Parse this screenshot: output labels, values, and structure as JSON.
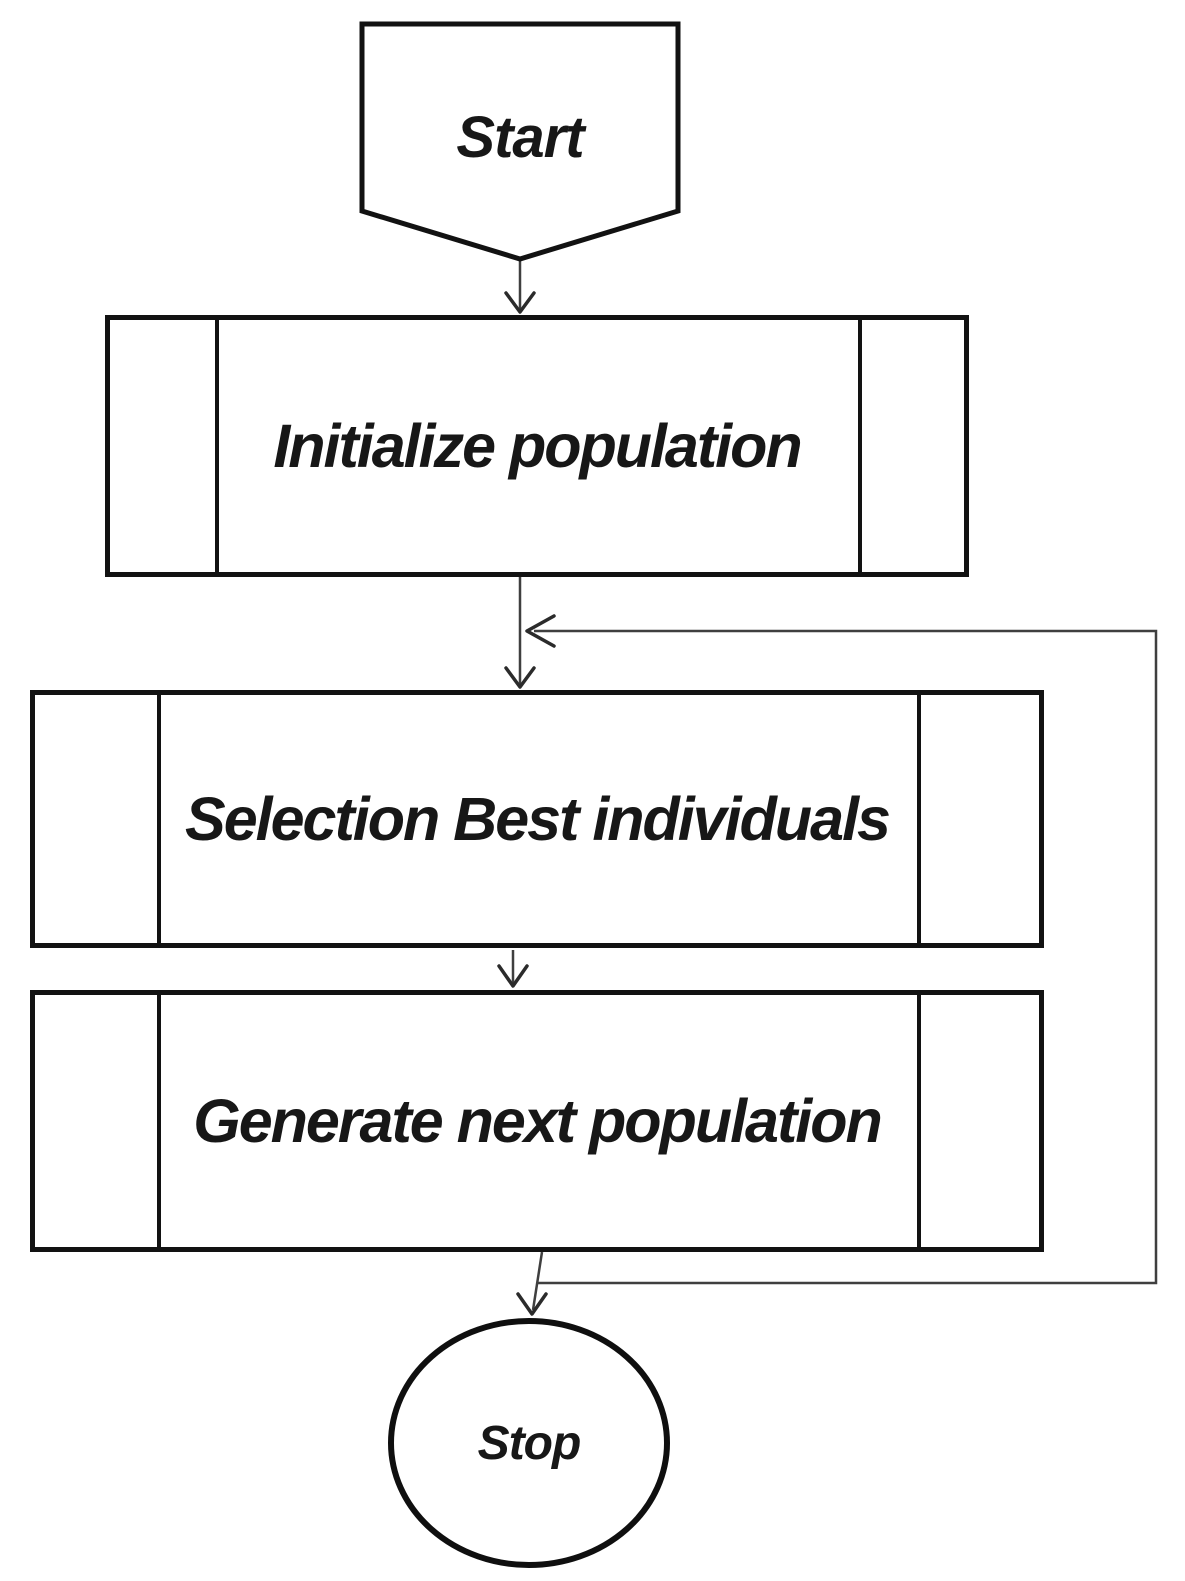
{
  "diagram": {
    "type": "flowchart",
    "nodes": {
      "start": {
        "label": "Start",
        "shape": "pentagon-off-page-connector"
      },
      "initialize": {
        "label": "Initialize population",
        "shape": "predefined-process"
      },
      "selection": {
        "label": "Selection Best individuals",
        "shape": "predefined-process"
      },
      "generate": {
        "label": "Generate next population",
        "shape": "predefined-process"
      },
      "stop": {
        "label": "Stop",
        "shape": "circle-terminator"
      }
    },
    "edges": [
      {
        "from": "Start",
        "to": "Initialize population",
        "type": "arrow"
      },
      {
        "from": "Initialize population",
        "to": "Selection Best individuals",
        "type": "arrow"
      },
      {
        "from": "Selection Best individuals",
        "to": "Generate next population",
        "type": "arrow"
      },
      {
        "from": "Generate next population",
        "to": "Stop",
        "type": "arrow"
      },
      {
        "from": "Generate next population",
        "to": "Selection Best individuals",
        "type": "feedback-loop-arrow"
      }
    ],
    "colors": {
      "background": "#ffffff",
      "shape_stroke": "#121212",
      "connector": "#3f3f3f",
      "arrowhead": "#2b2b2b",
      "text": "#171717"
    }
  }
}
